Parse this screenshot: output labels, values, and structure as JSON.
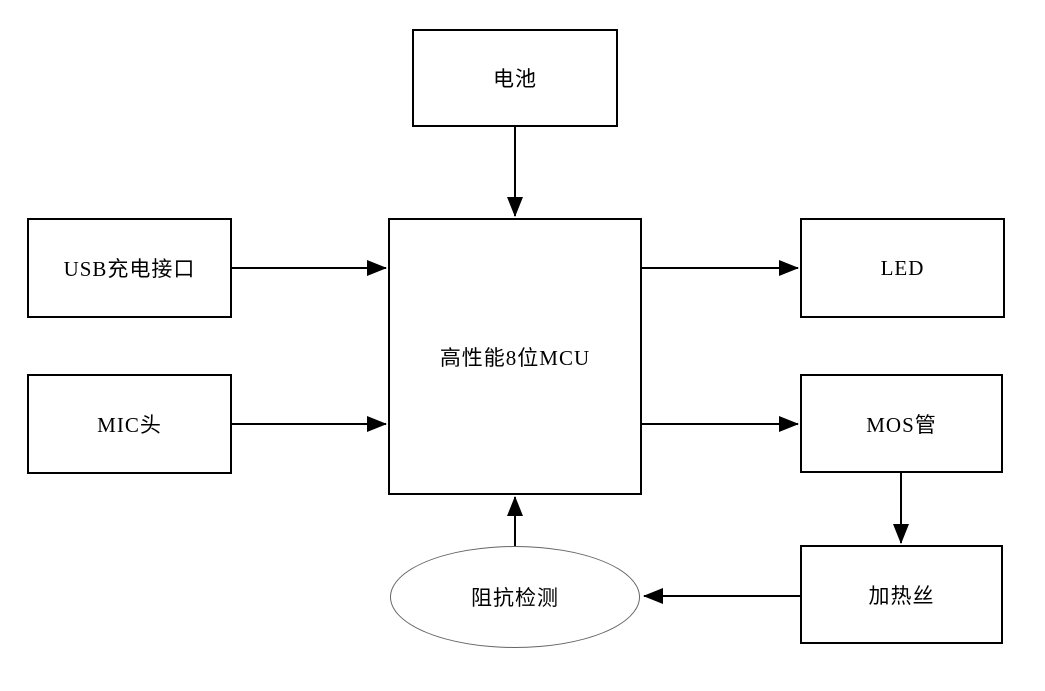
{
  "diagram": {
    "type": "block-diagram",
    "background": "#ffffff",
    "colors": {
      "box_border": "#000000",
      "ellipse_border": "#666666",
      "line": "#000000",
      "text": "#000000"
    },
    "nodes": {
      "battery": {
        "label": "电池",
        "shape": "rect"
      },
      "usb": {
        "label": "USB充电接口",
        "shape": "rect"
      },
      "mic": {
        "label": "MIC头",
        "shape": "rect"
      },
      "mcu": {
        "label": "高性能8位MCU",
        "shape": "rect"
      },
      "led": {
        "label": "LED",
        "shape": "rect"
      },
      "mos": {
        "label": "MOS管",
        "shape": "rect"
      },
      "heater": {
        "label": "加热丝",
        "shape": "rect"
      },
      "impedance": {
        "label": "阻抗检测",
        "shape": "ellipse"
      }
    },
    "edges": [
      {
        "from": "电池",
        "to": "高性能8位MCU"
      },
      {
        "from": "USB充电接口",
        "to": "高性能8位MCU"
      },
      {
        "from": "MIC头",
        "to": "高性能8位MCU"
      },
      {
        "from": "高性能8位MCU",
        "to": "LED"
      },
      {
        "from": "高性能8位MCU",
        "to": "MOS管"
      },
      {
        "from": "MOS管",
        "to": "加热丝"
      },
      {
        "from": "加热丝",
        "to": "阻抗检测"
      },
      {
        "from": "阻抗检测",
        "to": "高性能8位MCU"
      }
    ]
  }
}
